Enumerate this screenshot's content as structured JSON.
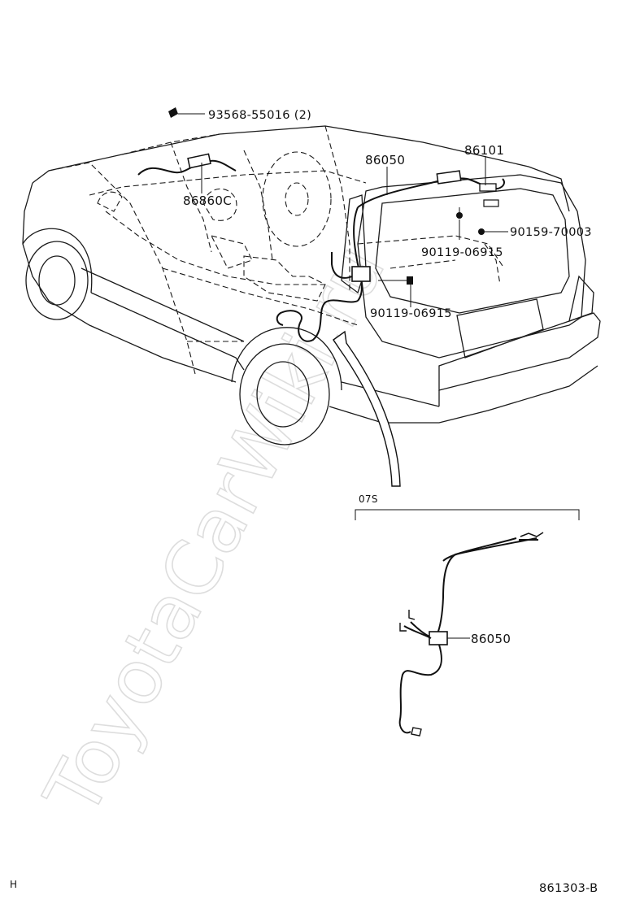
{
  "callouts": {
    "bolt_top": "93568-55016 (2)",
    "antenna_front": "86860C",
    "amplifier": "86050",
    "antenna_rear": "86101",
    "clip_right": "90159-70003",
    "screw_right": "90119-06915",
    "screw_left": "90119-06915"
  },
  "detail": {
    "header": "07S",
    "amplifier": "86050"
  },
  "footer": {
    "left_code": "H",
    "figure_number": "861303-B"
  },
  "watermark": "ToyotaCarWiki.ru"
}
